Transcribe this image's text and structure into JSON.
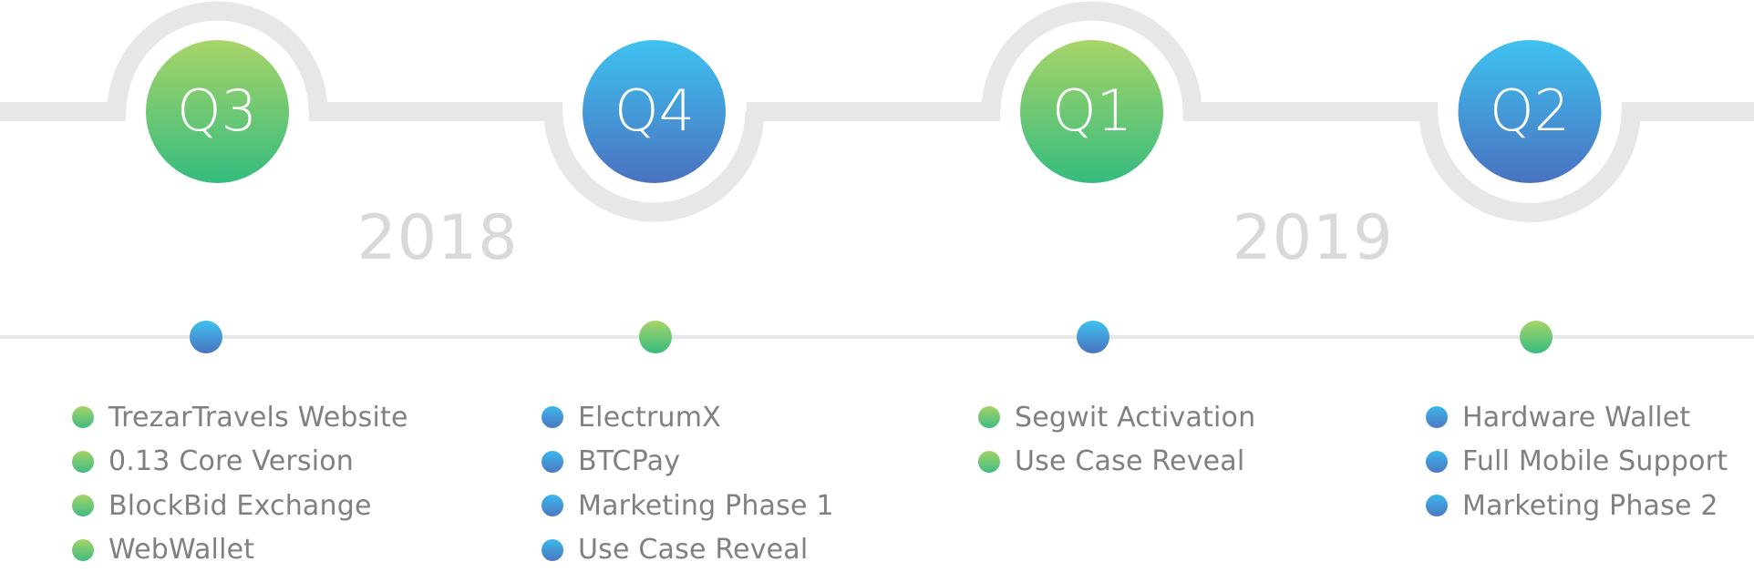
{
  "timeline": {
    "colors": {
      "track": "#e6e7e8",
      "green_top": "#a8d468",
      "green_bottom": "#35bc7f",
      "blue_top": "#3ec2f0",
      "blue_bottom": "#4a72c0",
      "year_text": "#d9d9d9",
      "item_text": "#808080"
    },
    "years": [
      "2018",
      "2019"
    ],
    "quarters": [
      {
        "label": "Q3",
        "color": "green"
      },
      {
        "label": "Q4",
        "color": "blue"
      },
      {
        "label": "Q1",
        "color": "green"
      },
      {
        "label": "Q2",
        "color": "blue"
      }
    ],
    "milestone_columns": [
      {
        "marker_color": "blue",
        "bullet_color": "green",
        "items": [
          "TrezarTravels Website",
          "0.13 Core Version",
          "BlockBid Exchange",
          "WebWallet"
        ]
      },
      {
        "marker_color": "green",
        "bullet_color": "blue",
        "items": [
          "ElectrumX",
          "BTCPay",
          "Marketing Phase 1",
          "Use Case Reveal"
        ]
      },
      {
        "marker_color": "blue",
        "bullet_color": "green",
        "items": [
          "Segwit Activation",
          "Use Case Reveal"
        ]
      },
      {
        "marker_color": "green",
        "bullet_color": "blue",
        "items": [
          "Hardware Wallet",
          "Full Mobile Support",
          "Marketing Phase 2"
        ]
      }
    ]
  }
}
